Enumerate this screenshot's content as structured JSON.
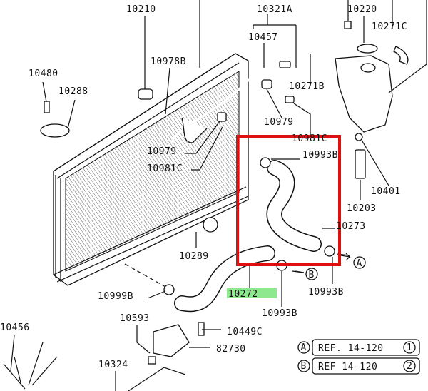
{
  "diagram": {
    "labels": {
      "p10210": "10210",
      "p10321A": "10321A",
      "p10220": "10220",
      "p10271C": "10271C",
      "p10457": "10457",
      "p10978B": "10978B",
      "p10480": "10480",
      "p10288": "10288",
      "p10271B": "10271B",
      "p10979a": "10979",
      "p10981Ca": "10981C",
      "p10979b": "10979",
      "p10981Cb": "10981C",
      "p10993Ba": "10993B",
      "p10401": "10401",
      "p10203": "10203",
      "p10273": "10273",
      "p10289": "10289",
      "p10993Bb": "10993B",
      "p10999B": "10999B",
      "p10272": "10272",
      "p10993Bc": "10993B",
      "p10593": "10593",
      "p10456": "10456",
      "p10449C": "10449C",
      "p82730": "82730",
      "p10324": "10324"
    },
    "markers": {
      "a": "A",
      "b": "B"
    },
    "refs": [
      {
        "marker": "A",
        "text": "REF. 14-120",
        "num": "1"
      },
      {
        "marker": "B",
        "text": "REF  14-120",
        "num": "2"
      }
    ],
    "highlight_color": "#8ee88e",
    "selection_color": "#e01010"
  }
}
